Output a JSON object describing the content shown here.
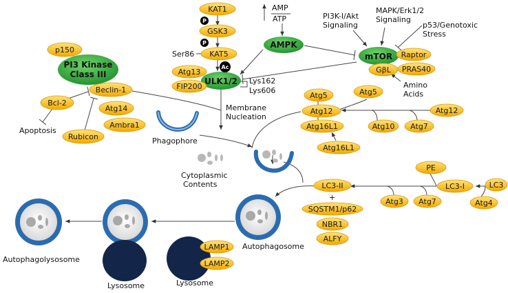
{
  "colors": {
    "pill_fill_light": "#ffd96a",
    "pill_fill_dark": "#f0a800",
    "pill_stroke": "#d99a00",
    "green_light": "#5fc85c",
    "green_dark": "#1f8a2a",
    "membrane_blue": "#2b6cb0",
    "lysosome_navy": "#14254a",
    "line": "#444444"
  },
  "pills": {
    "kat1": "KAT1",
    "gsk3": "GSK3",
    "kat5": "KAT5",
    "atg13": "Atg13",
    "fip200": "FIP200",
    "p150": "p150",
    "beclin1": "Beclin-1",
    "bcl2": "Bcl-2",
    "atg14": "Atg14",
    "ambra1": "Ambra1",
    "rubicon": "Rubicon",
    "raptor": "Raptor",
    "gbl": "GβL",
    "pras40": "PRAS40",
    "atg5_top": "Atg5",
    "atg5_right": "Atg5",
    "atg12": "Atg12",
    "atg12_right": "Atg12",
    "atg16l1": "Atg16L1",
    "atg16l1_lower": "Atg16L1",
    "atg10": "Atg10",
    "atg7_top": "Atg7",
    "pe": "PE",
    "lc3i": "LC3-I",
    "lc3": "LC3",
    "atg4": "Atg4",
    "atg3": "Atg3",
    "atg7_bottom": "Atg7",
    "lc3ii": "LC3-II",
    "sqstm1": "SQSTM1/p62",
    "nbr1": "NBR1",
    "alfy": "ALFY",
    "lamp1": "LAMP1",
    "lamp2": "LAMP2"
  },
  "green_nodes": {
    "ampk": "AMPK",
    "mtor": "mTOR",
    "ulk": "ULK1/2",
    "pi3k_line1": "PI3 Kinase",
    "pi3k_line2": "Class III"
  },
  "badges": {
    "p1": "P",
    "p2": "P",
    "ac": "Ac"
  },
  "labels": {
    "amp": "AMP",
    "atp": "ATP",
    "pi3k_akt_1": "PI3K-I/Akt",
    "pi3k_akt_2": "Signaling",
    "mapk_1": "MAPK/Erk1/2",
    "mapk_2": "Signaling",
    "p53_1": "p53/Genotoxic",
    "p53_2": "Stress",
    "ser86": "Ser86",
    "lys162": "Lys162",
    "lys606": "Lys606",
    "amino_1": "Amino",
    "amino_2": "Acids",
    "membrane_1": "Membrane",
    "membrane_2": "Nucleation",
    "apoptosis": "Apoptosis",
    "phagophore": "Phagophore",
    "cyto_1": "Cytoplasmic",
    "cyto_2": "Contents",
    "plus": "+",
    "autophagosome": "Autophagosome",
    "autophagolysosome": "Autophagolysosome",
    "lysosome_left": "Lysosome",
    "lysosome_right": "Lysosome"
  }
}
